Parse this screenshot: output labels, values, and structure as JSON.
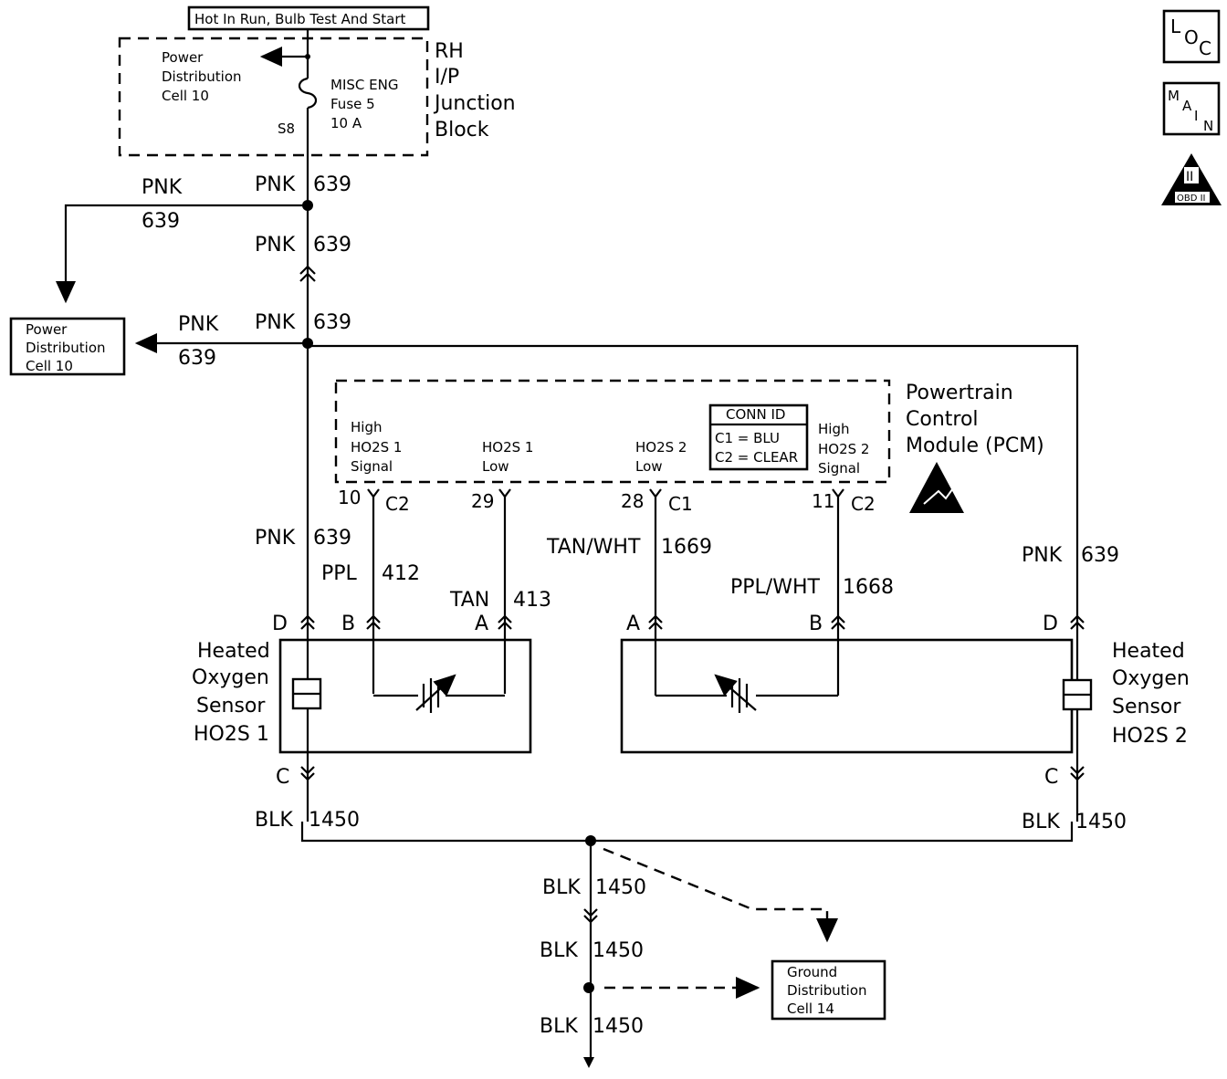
{
  "header": {
    "hot_label": "Hot In Run, Bulb Test And Start"
  },
  "junction_block": {
    "pd_line1": "Power",
    "pd_line2": "Distribution",
    "pd_line3": "Cell 10",
    "fuse_line1": "MISC ENG",
    "fuse_line2": "Fuse 5",
    "fuse_line3": "10 A",
    "fuse_pin": "S8",
    "name_line1": "RH",
    "name_line2": "I/P",
    "name_line3": "Junction",
    "name_line4": "Block"
  },
  "icons": {
    "loc_l": "L",
    "loc_o": "O",
    "loc_c": "C",
    "main_m": "M",
    "main_a": "A",
    "main_i": "I",
    "main_n": "N",
    "obd_roman": "II",
    "obd_text": "OBD II"
  },
  "wires": {
    "pnk": "PNK",
    "c639": "639",
    "ppl": "PPL",
    "c412": "412",
    "tan": "TAN",
    "c413": "413",
    "tanwht": "TAN/WHT",
    "c1669": "1669",
    "pplwht": "PPL/WHT",
    "c1668": "1668",
    "blk": "BLK",
    "c1450": "1450"
  },
  "power_dist_box": {
    "line1": "Power",
    "line2": "Distribution",
    "line3": "Cell 10"
  },
  "pcm": {
    "name_line1": "Powertrain",
    "name_line2": "Control",
    "name_line3": "Module (PCM)",
    "conn_id_title": "CONN ID",
    "conn_c1": "C1 = BLU",
    "conn_c2": "C2 = CLEAR",
    "sig1_line1": "High",
    "sig1_line2": "HO2S 1",
    "sig1_line3": "Signal",
    "low1_line1": "HO2S 1",
    "low1_line2": "Low",
    "low2_line1": "HO2S 2",
    "low2_line2": "Low",
    "sig2_line1": "High",
    "sig2_line2": "HO2S 2",
    "sig2_line3": "Signal",
    "pin10": "10",
    "pin29": "29",
    "pin28": "28",
    "pin11": "11",
    "conn_c1_tag": "C1",
    "conn_c2_tag": "C2"
  },
  "sensor1": {
    "line1": "Heated",
    "line2": "Oxygen",
    "line3": "Sensor",
    "line4": "HO2S 1",
    "pin_d": "D",
    "pin_b": "B",
    "pin_a": "A",
    "pin_c": "C"
  },
  "sensor2": {
    "line1": "Heated",
    "line2": "Oxygen",
    "line3": "Sensor",
    "line4": "HO2S 2",
    "pin_a": "A",
    "pin_b": "B",
    "pin_d": "D",
    "pin_c": "C"
  },
  "ground": {
    "line1": "Ground",
    "line2": "Distribution",
    "line3": "Cell 14"
  }
}
